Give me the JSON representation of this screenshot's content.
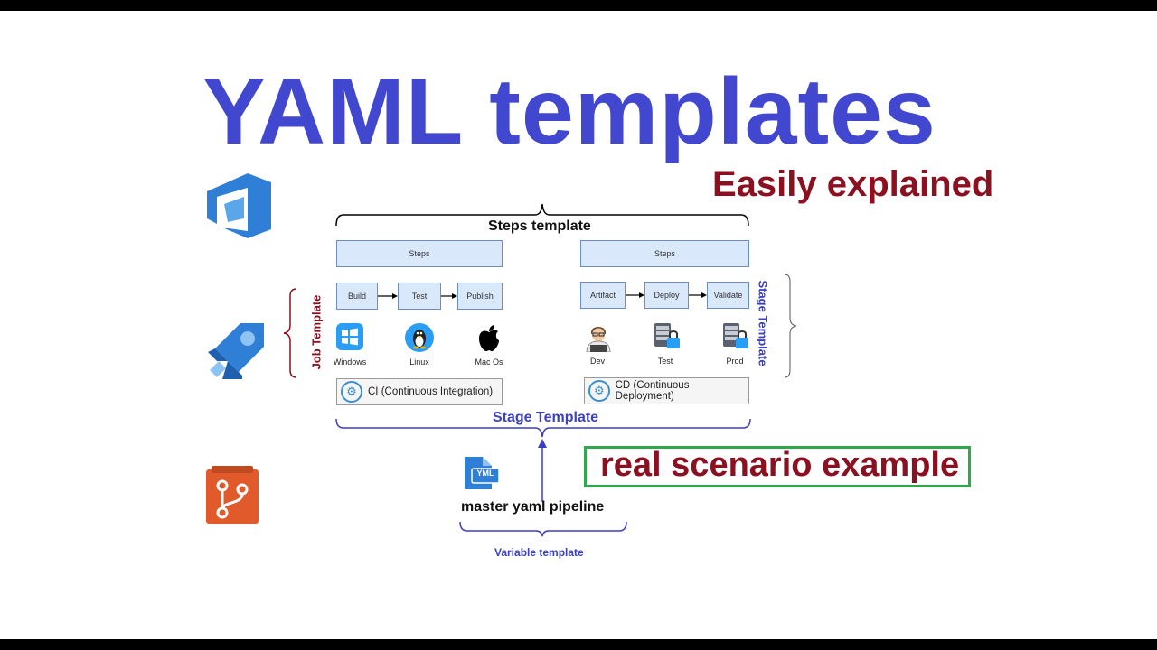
{
  "title": "YAML templates",
  "subtitle": "Easily explained",
  "callout": "real scenario example",
  "colors": {
    "title": "#4147cf",
    "subtitle": "#8b1020",
    "callout_border": "#2ea84a",
    "job_template": "#8b1020",
    "stage_template": "#3b3fc4",
    "box_fill": "#dae8fc"
  },
  "diagram": {
    "steps_template_label": "Steps template",
    "stage_template_label": "Stage Template",
    "job_template_label": "Job Template",
    "stage_template_side_label": "Stage Template",
    "variable_template_label": "Variable template",
    "master_pipeline_label": "master yaml pipeline",
    "yml_badge": "YML",
    "ci": {
      "steps": "Steps",
      "flow": [
        "Build",
        "Test",
        "Publish"
      ],
      "platforms": [
        {
          "label": "Windows",
          "icon": "windows-icon"
        },
        {
          "label": "Linux",
          "icon": "linux-icon"
        },
        {
          "label": "Mac Os",
          "icon": "apple-icon"
        }
      ],
      "stage": "CI (Continuous Integration)"
    },
    "cd": {
      "steps": "Steps",
      "flow": [
        "Artifact",
        "Deploy",
        "Validate"
      ],
      "environments": [
        {
          "label": "Dev",
          "icon": "developer-icon"
        },
        {
          "label": "Test",
          "icon": "server-lock-icon"
        },
        {
          "label": "Prod",
          "icon": "server-lock-icon"
        }
      ],
      "stage": "CD (Continuous Deployment)"
    }
  },
  "side_icons": [
    "azure-devops-icon",
    "azure-pipelines-icon",
    "azure-repos-icon"
  ]
}
